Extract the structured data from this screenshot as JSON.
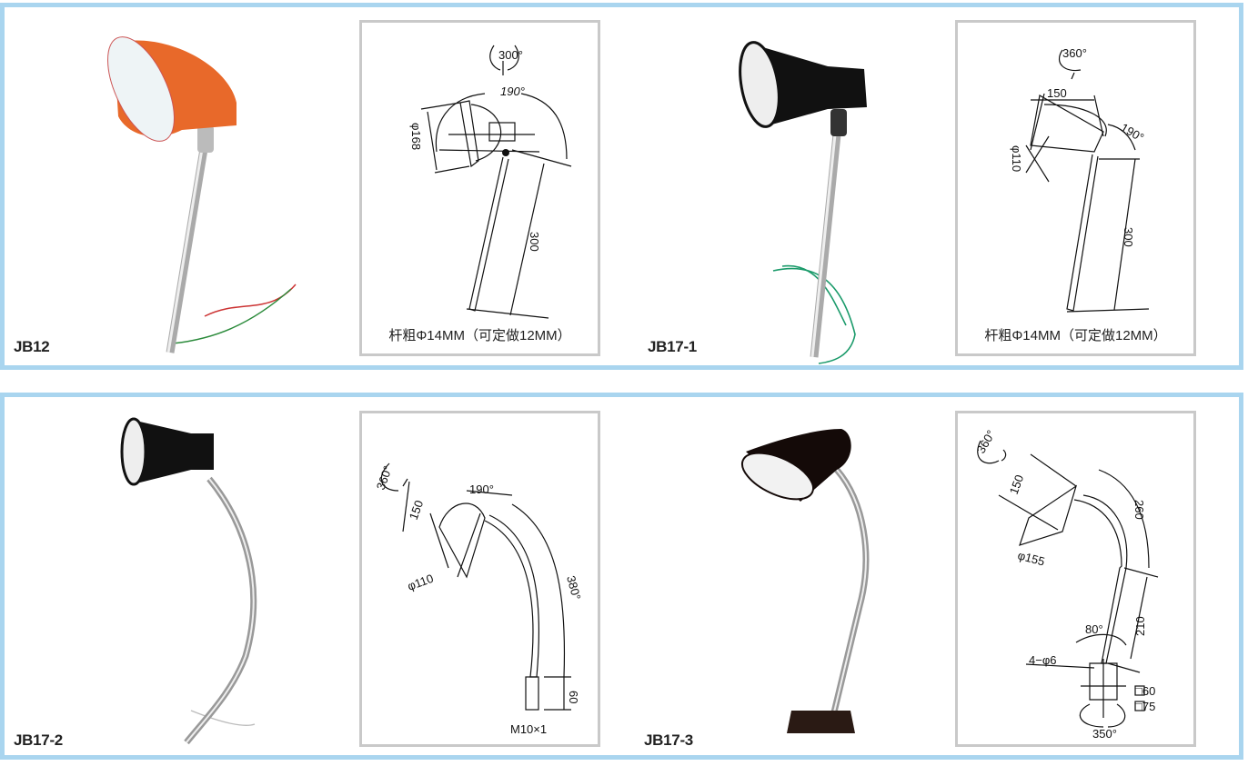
{
  "colors": {
    "frame": "#a9d5ef",
    "box_border": "#c9c9c9",
    "jb12_shade": "#e8692a",
    "black_shade": "#111111"
  },
  "products": [
    {
      "model": "JB12",
      "diagram": {
        "rotation": "300°",
        "tilt": "190°",
        "diameter": "φ168",
        "length": "300",
        "caption": "杆粗Φ14MM（可定做12MM）"
      }
    },
    {
      "model": "JB17-1",
      "diagram": {
        "rotation": "360°",
        "depth": "150",
        "tilt": "190°",
        "diameter": "φ110",
        "length": "300",
        "caption": "杆粗Φ14MM（可定做12MM）"
      }
    },
    {
      "model": "JB17-2",
      "diagram": {
        "rotation": "360°",
        "depth": "150",
        "tilt": "190°",
        "diameter": "φ110",
        "length": "380°",
        "end": "60",
        "thread": "M10×1"
      }
    },
    {
      "model": "JB17-3",
      "diagram": {
        "rotation": "360°",
        "depth": "150",
        "diameter": "φ155",
        "gooseneck": "260",
        "arm": "210",
        "angle": "80°",
        "holes": "4−φ6",
        "base1": "□60",
        "base2": "□75",
        "base_rotation": "350°"
      }
    }
  ]
}
